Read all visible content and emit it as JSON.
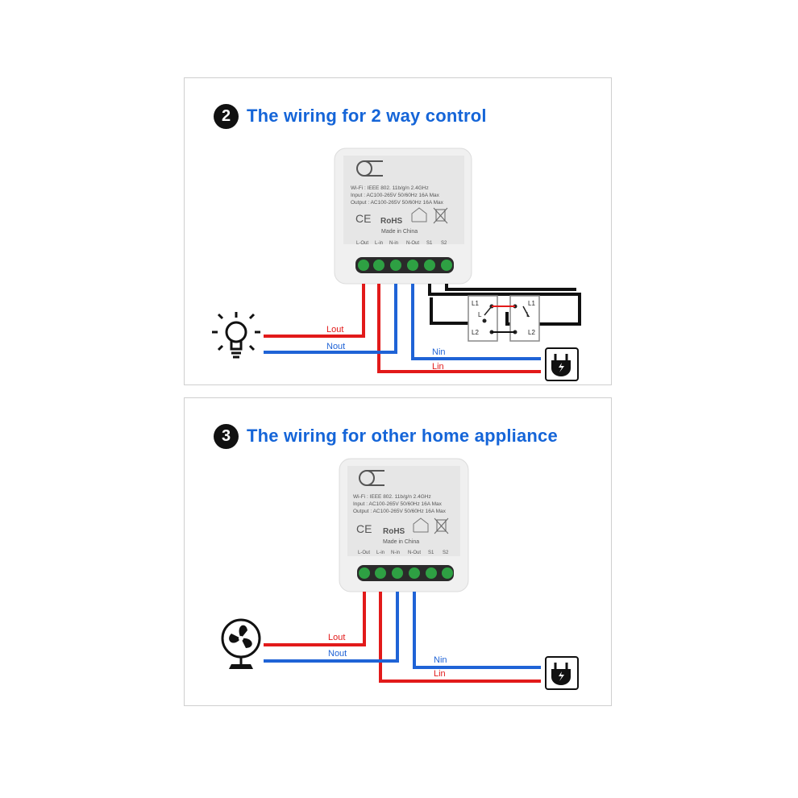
{
  "colors": {
    "accent": "#1565d8",
    "live": "#e21a1a",
    "neutral": "#1f63d6",
    "switch_wire": "#111111"
  },
  "module_label": {
    "wifi": "Wi-Fi : IEEE  802. 11b/g/n    2.4GHz",
    "input": "Input : AC100-265V    50/60Hz    16A Max",
    "output": "Output : AC100-265V    50/60Hz    16A Max",
    "ce": "CE",
    "rohs": "RoHS",
    "made_in": "Made in China",
    "terminals": [
      "L-Out",
      "L-in",
      "N-in",
      "N-Out",
      "S1",
      "S2"
    ]
  },
  "panels": [
    {
      "badge": "2",
      "title": "The wiring for 2 way control",
      "wire_labels": {
        "lout": "Lout",
        "nout": "Nout",
        "nin": "Nin",
        "lin": "Lin"
      },
      "switch_labels": {
        "l1": "L1",
        "l": "L",
        "l2": "L2"
      },
      "load_icon": "light-bulb-icon"
    },
    {
      "badge": "3",
      "title": "The wiring for other home appliance",
      "wire_labels": {
        "lout": "Lout",
        "nout": "Nout",
        "nin": "Nin",
        "lin": "Lin"
      },
      "load_icon": "fan-icon"
    }
  ]
}
